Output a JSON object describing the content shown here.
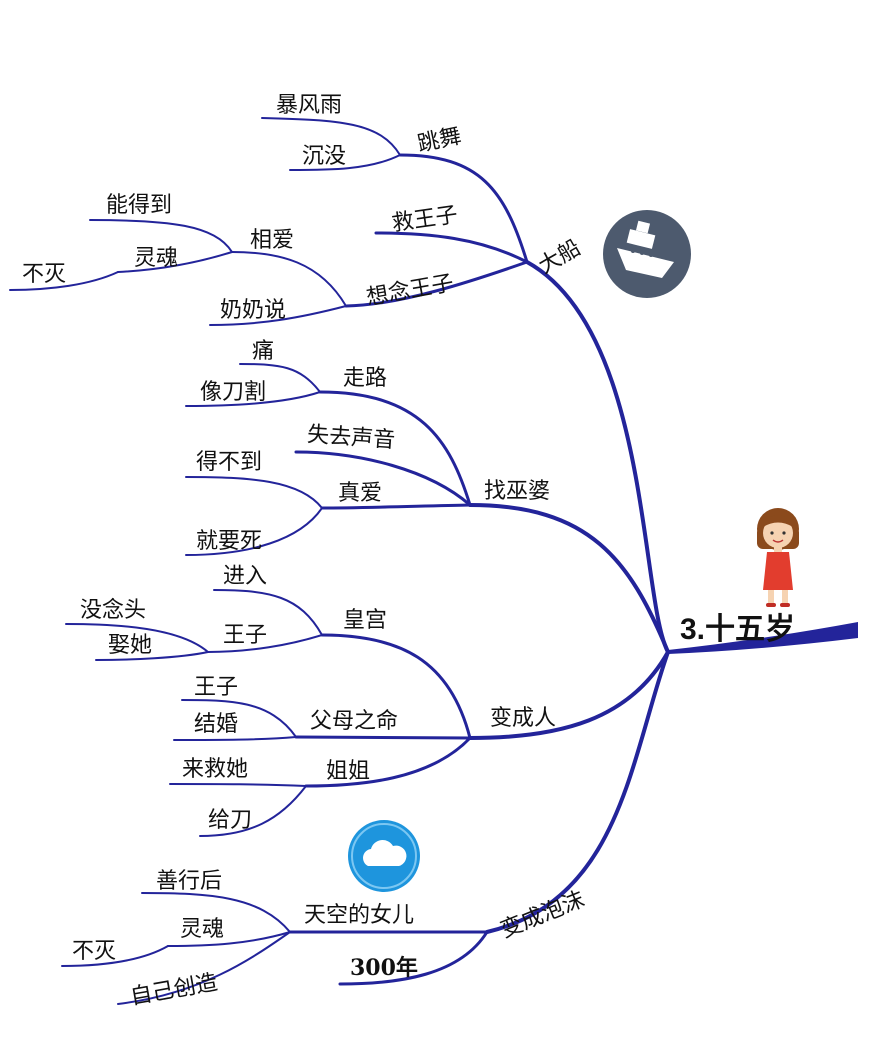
{
  "root": {
    "label": "3.十五岁"
  },
  "branches": [
    {
      "label": "大船",
      "icon": "ship-icon",
      "children": [
        {
          "label": "跳舞",
          "children": [
            {
              "label": "暴风雨"
            },
            {
              "label": "沉没"
            }
          ]
        },
        {
          "label": "救王子"
        },
        {
          "label": "想念王子",
          "children": [
            {
              "label": "相爱",
              "children": [
                {
                  "label": "能得到"
                },
                {
                  "label": "灵魂",
                  "children": [
                    {
                      "label": "不灭"
                    }
                  ]
                }
              ]
            },
            {
              "label": "奶奶说"
            }
          ]
        }
      ]
    },
    {
      "label": "找巫婆",
      "children": [
        {
          "label": "走路",
          "children": [
            {
              "label": "痛"
            },
            {
              "label": "像刀割"
            }
          ]
        },
        {
          "label": "失去声音"
        },
        {
          "label": "真爱",
          "children": [
            {
              "label": "得不到"
            },
            {
              "label": "就要死"
            }
          ]
        }
      ]
    },
    {
      "label": "变成人",
      "children": [
        {
          "label": "皇宫",
          "children": [
            {
              "label": "进入"
            },
            {
              "label": "王子",
              "children": [
                {
                  "label": "没念头"
                },
                {
                  "label": "娶她"
                }
              ]
            }
          ]
        },
        {
          "label": "父母之命",
          "children": [
            {
              "label": "王子"
            },
            {
              "label": "结婚"
            }
          ]
        },
        {
          "label": "姐姐",
          "children": [
            {
              "label": "来救她"
            },
            {
              "label": "给刀"
            }
          ]
        }
      ]
    },
    {
      "label": "变成泡沫",
      "icon": "cloud-icon",
      "children": [
        {
          "label": "天空的女儿",
          "children": [
            {
              "label": "善行后"
            },
            {
              "label": "灵魂",
              "children": [
                {
                  "label": "不灭"
                }
              ]
            },
            {
              "label": "自己创造"
            }
          ]
        },
        {
          "label": "300年"
        }
      ]
    }
  ],
  "colors": {
    "line": "#23249a",
    "ship_bg": "#4d5a6e",
    "cloud_bg": "#1e95dd"
  }
}
